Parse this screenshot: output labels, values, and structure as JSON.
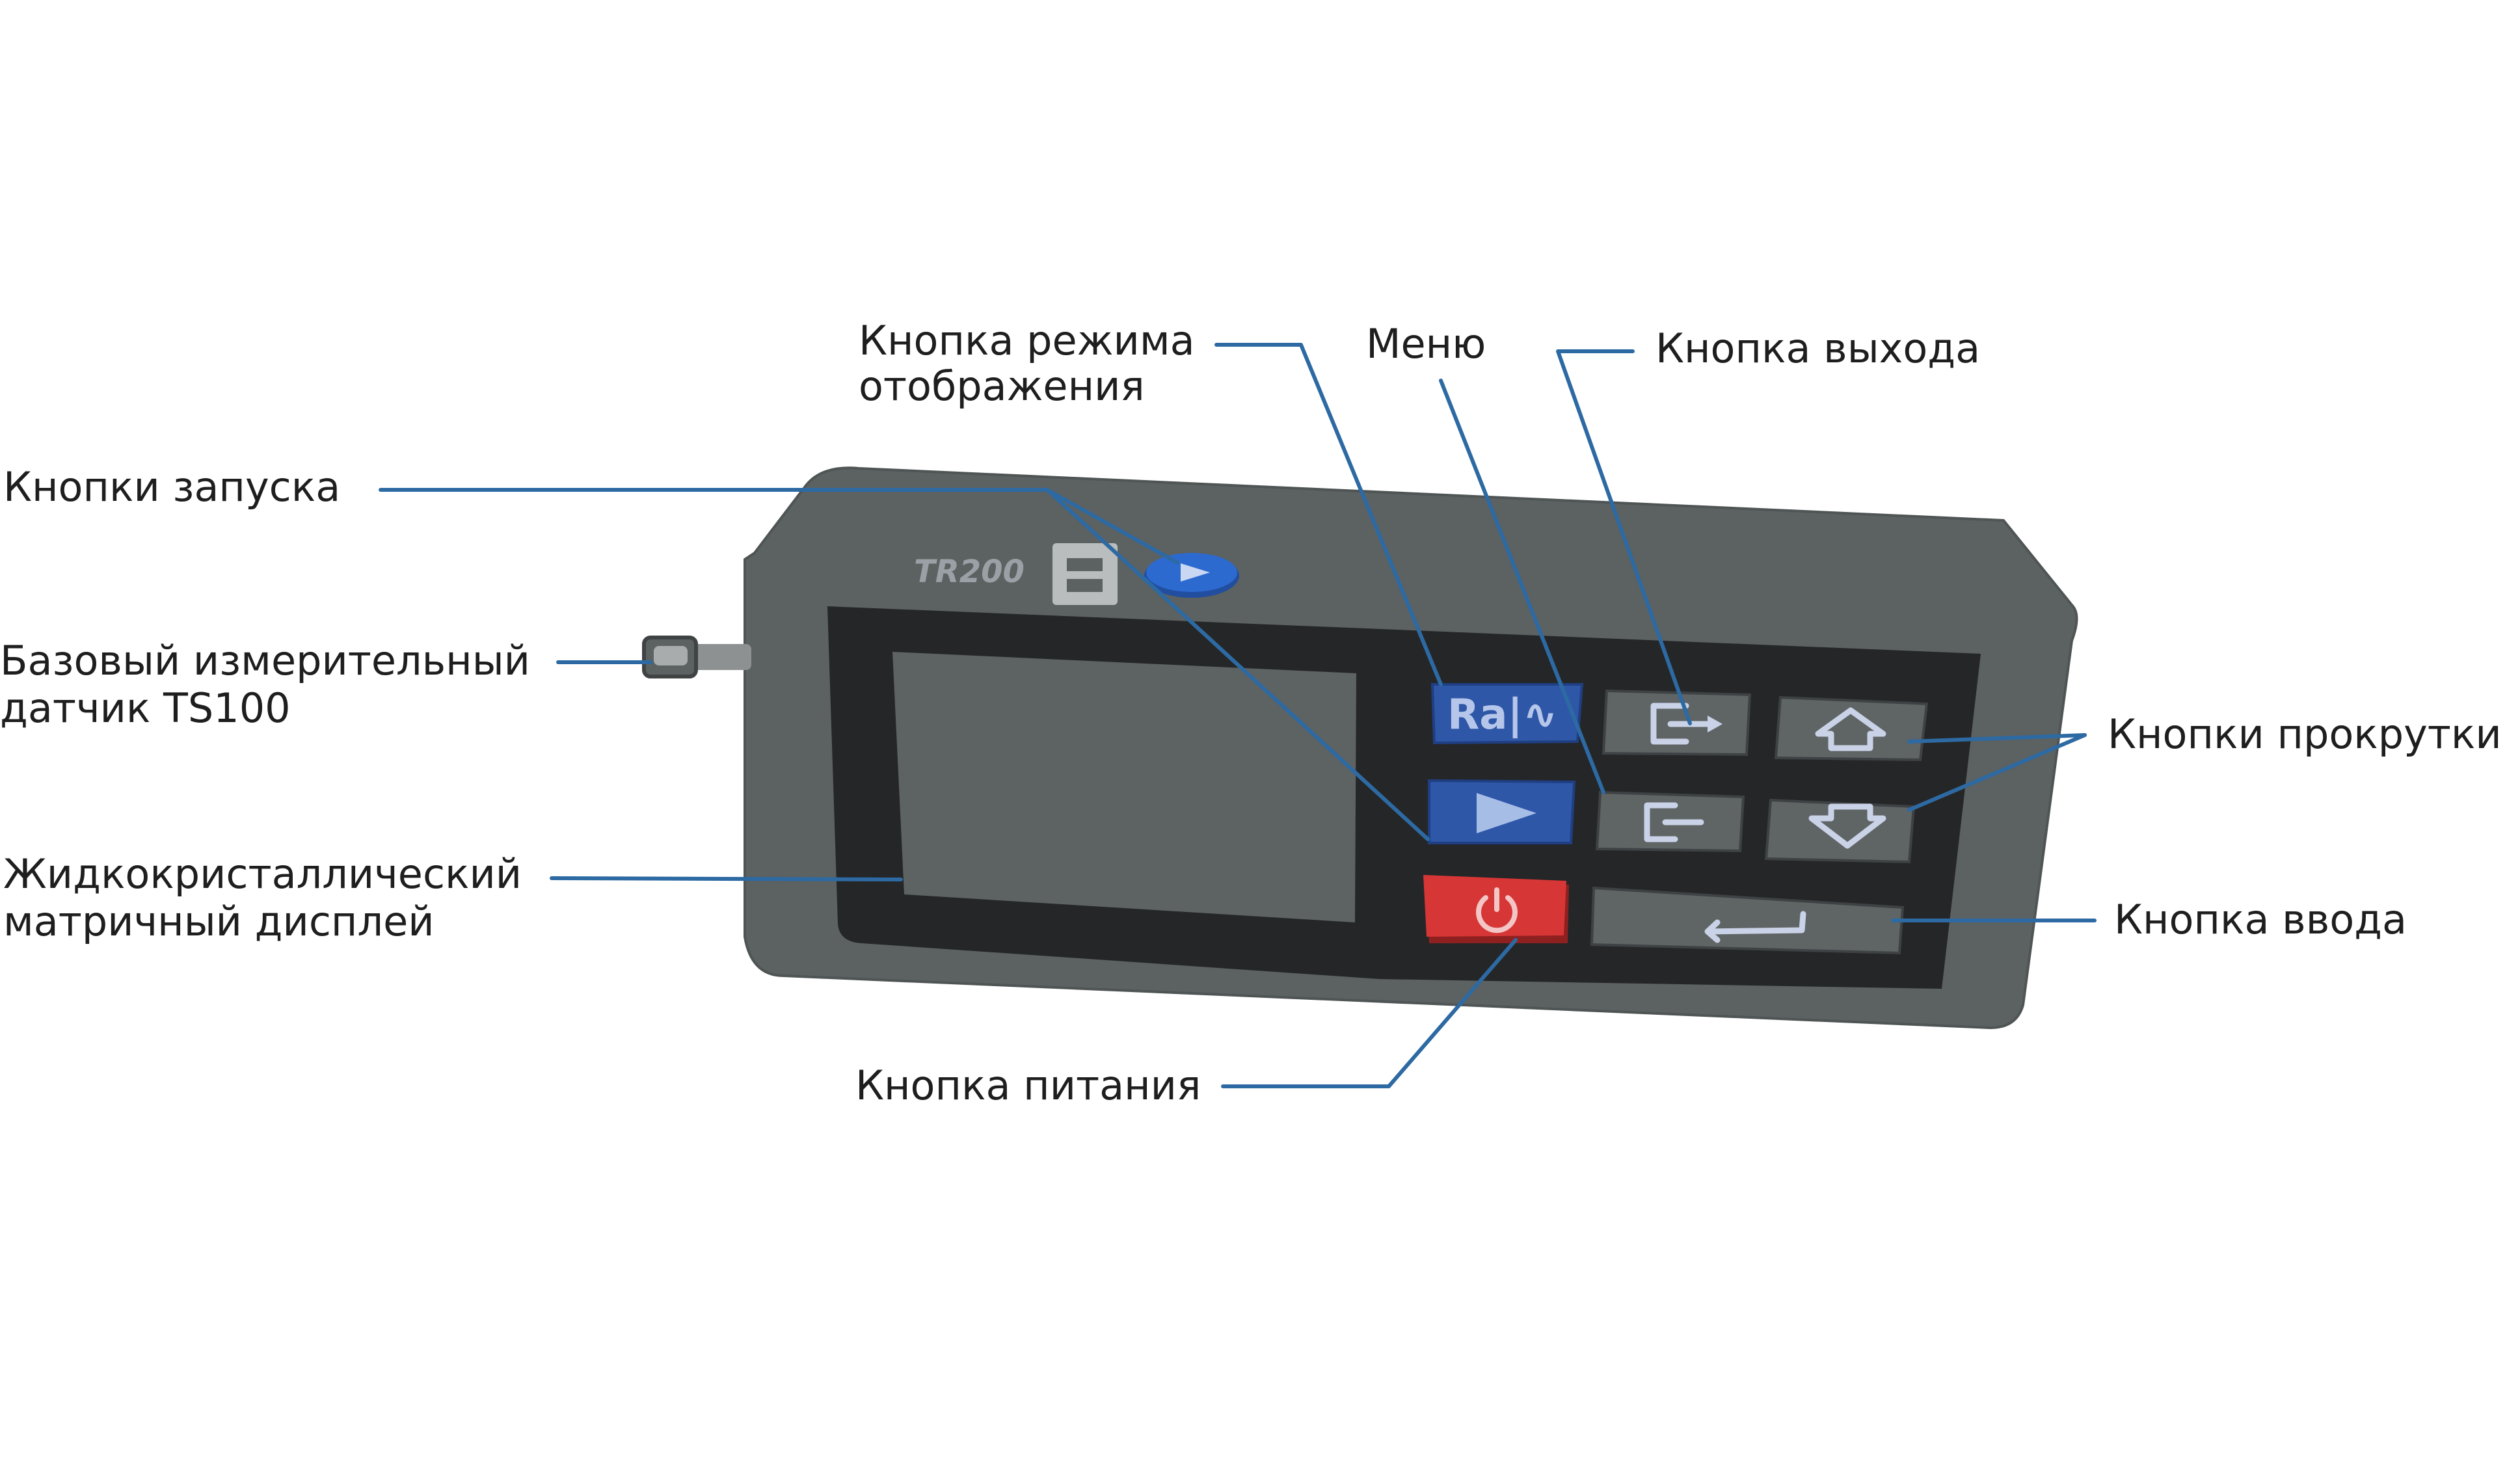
{
  "device": {
    "model": "TR200",
    "mode_button_text": "Ra|∿"
  },
  "labels": {
    "start_buttons": "Кнопки запуска",
    "mode_button": [
      "Кнопка режима",
      "отображения"
    ],
    "menu": "Меню",
    "exit_button": "Кнопка выхода",
    "sensor": [
      "Базовый измерительный",
      "датчик TS100"
    ],
    "scroll_buttons": "Кнопки прокрутки",
    "lcd": [
      "Жидкокристаллический",
      "матричный дисплей"
    ],
    "enter_button": "Кнопка ввода",
    "power_button": "Кнопка питания"
  },
  "colors": {
    "body": "#5c6161",
    "panel": "#252628",
    "screen": "#5d6262",
    "accent_blue": "#2f57a8",
    "power_red": "#d63636",
    "leader_line": "#2d6aa3"
  }
}
